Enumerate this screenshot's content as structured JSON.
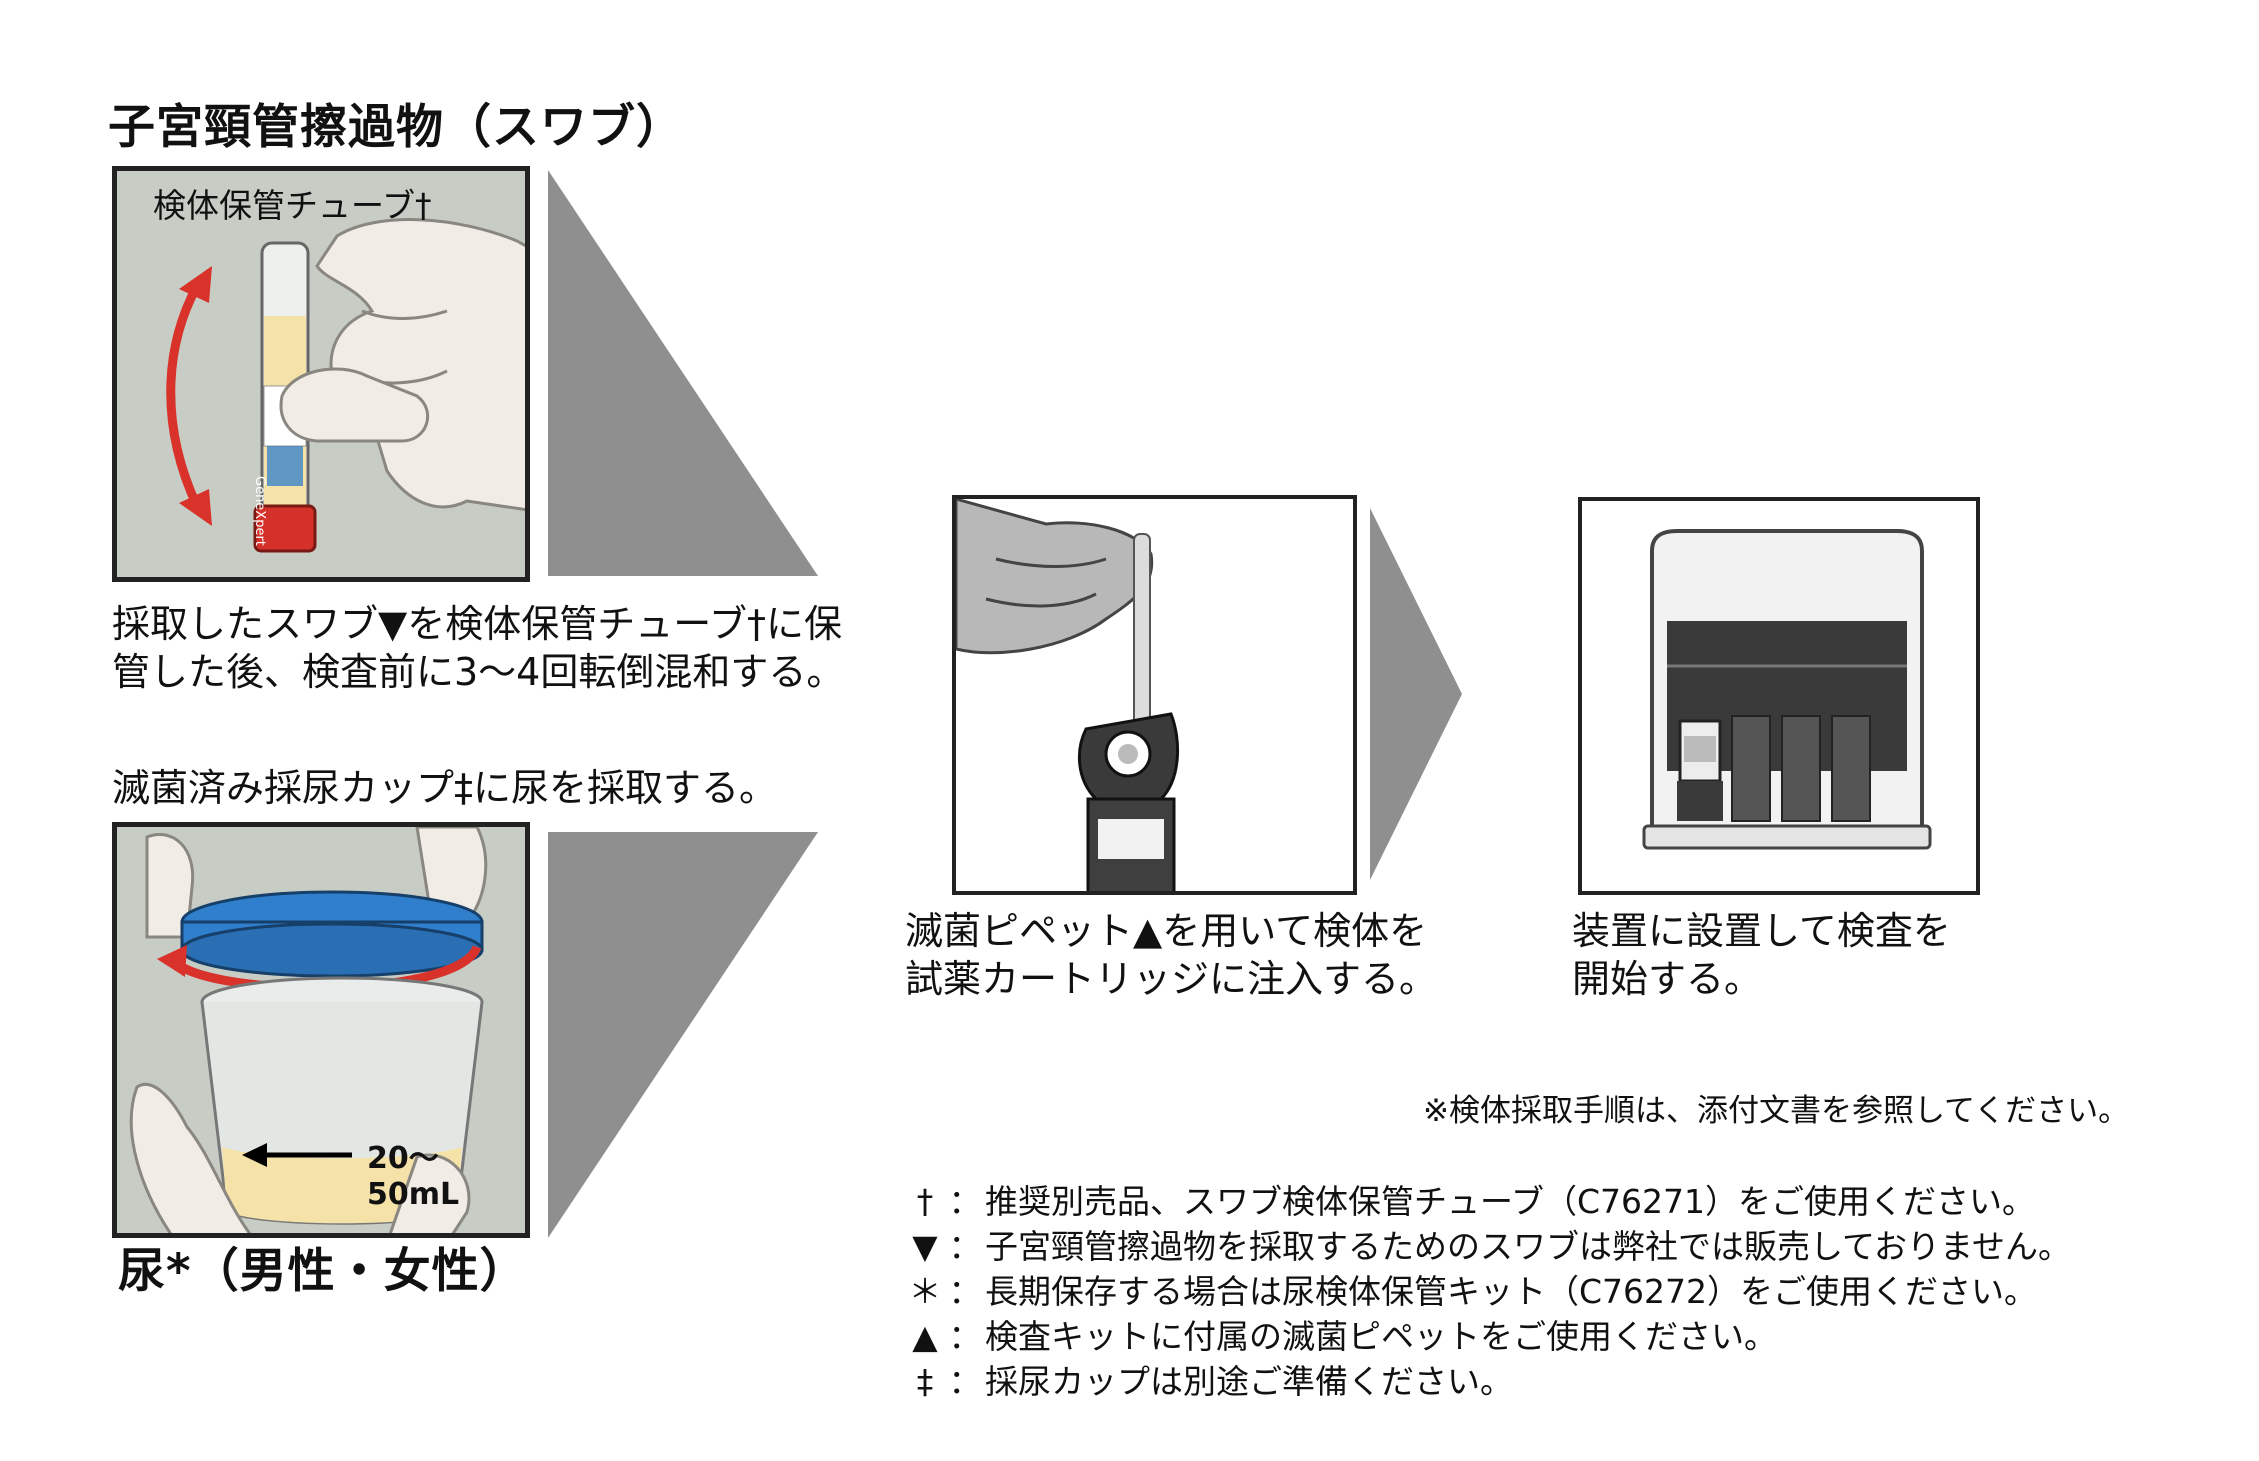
{
  "headings": {
    "swab": "子宮頸管擦過物（スワブ）",
    "urine": "尿*（男性・女性）"
  },
  "swab_panel": {
    "tube_label": "検体保管チューブ†",
    "tube_brand": "GeneXpert",
    "caption_line1": "採取したスワブ▼を検体保管チューブ†に保",
    "caption_line2": "管した後、検査前に3〜4回転倒混和する。"
  },
  "urine_panel": {
    "caption": "滅菌済み採尿カップ‡に尿を採取する。",
    "volume_label": "20〜50mL"
  },
  "pipette_panel": {
    "caption_line1": "滅菌ピペット▲を用いて検体を",
    "caption_line2": "試薬カートリッジに注入する。"
  },
  "device_panel": {
    "caption_line1": "装置に設置して検査を",
    "caption_line2": "開始する。"
  },
  "note": "※検体採取手順は、添付文書を参照してください。",
  "footnotes": [
    {
      "symbol": "†",
      "text": "推奨別売品、スワブ検体保管チューブ（C76271）をご使用ください。"
    },
    {
      "symbol": "▼",
      "text": "子宮頸管擦過物を採取するためのスワブは弊社では販売しておりません。"
    },
    {
      "symbol": "＊",
      "text": "長期保存する場合は尿検体保管キット（C76272）をご使用ください。"
    },
    {
      "symbol": "▲",
      "text": "検査キットに付属の滅菌ピペットをご使用ください。"
    },
    {
      "symbol": "‡",
      "text": "採尿カップは別途ご準備ください。"
    }
  ],
  "colors": {
    "arrow_gray": "#8f8f8f",
    "panel_bg": "#c7cdc5",
    "red_arrow": "#d8322b",
    "cap_red": "#d3312a",
    "cap_blue": "#2f7fcc",
    "liquid": "#f4e2a8"
  }
}
